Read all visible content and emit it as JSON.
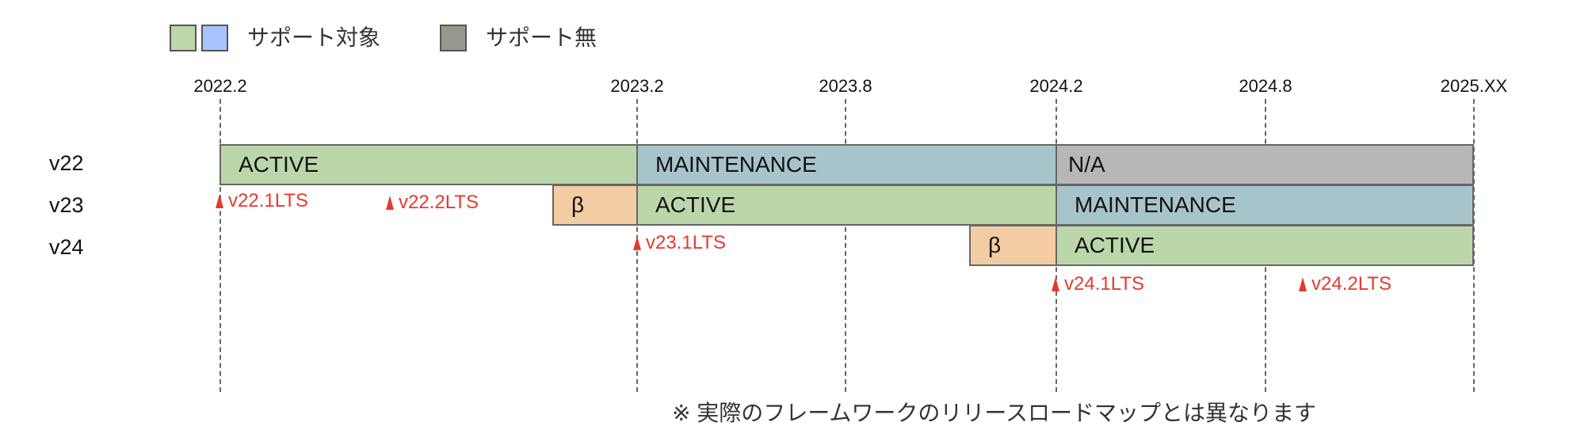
{
  "legend": {
    "supported_label": "サポート対象",
    "unsupported_label": "サポート無",
    "colors": {
      "active": "#bcd7ab",
      "maintenance": "#a8c4ff",
      "na": "#97998f"
    }
  },
  "timeline": {
    "ticks": [
      "2022.2",
      "2023.2",
      "2023.8",
      "2024.2",
      "2024.8",
      "2025.XX"
    ]
  },
  "rows": [
    {
      "label": "v22"
    },
    {
      "label": "v23"
    },
    {
      "label": "v24"
    }
  ],
  "bars": {
    "v22_active": "ACTIVE",
    "v22_maintenance": "MAINTENANCE",
    "v22_na": "N/A",
    "v23_beta": "β",
    "v23_active": "ACTIVE",
    "v23_maintenance": "MAINTENANCE",
    "v24_beta": "β",
    "v24_active": "ACTIVE"
  },
  "bar_colors": {
    "active": "#bbd7aa",
    "maintenance": "#a7c4cb",
    "na": "#b7b7b7",
    "beta": "#f3cca4"
  },
  "releases": [
    "v22.1LTS",
    "v22.2LTS",
    "v23.1LTS",
    "v24.1LTS",
    "v24.2LTS"
  ],
  "note": "※ 実際のフレームワークのリリースロードマップとは異なります"
}
